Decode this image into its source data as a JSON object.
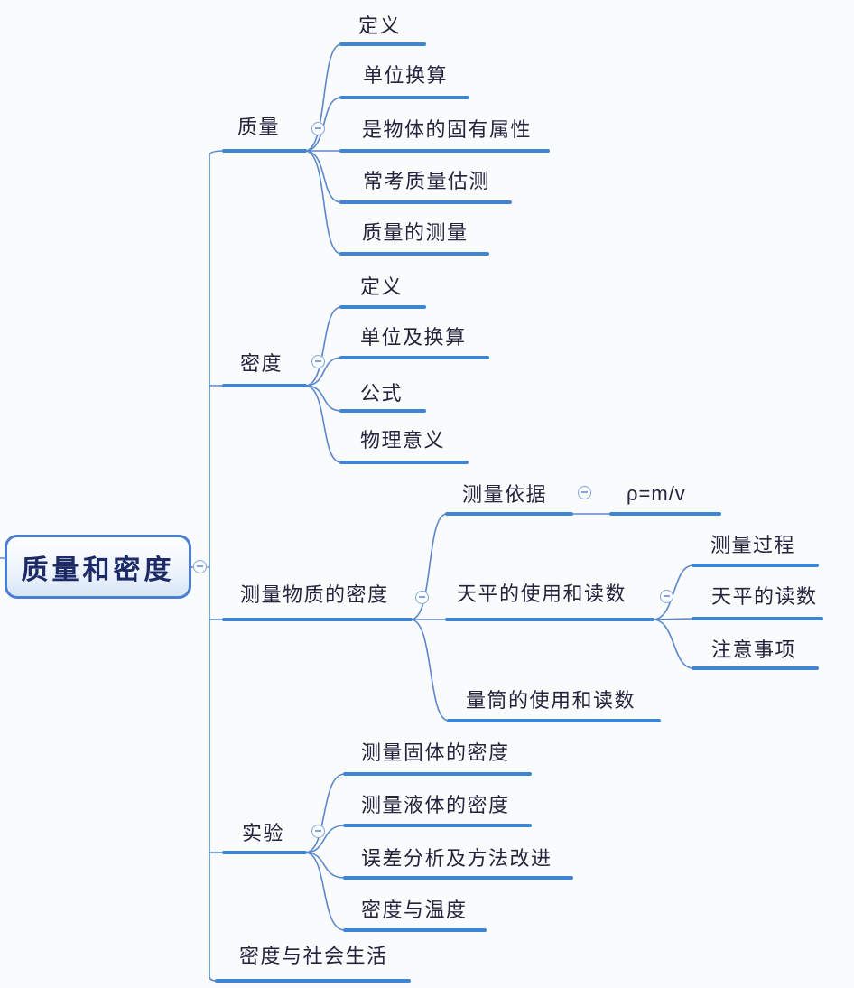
{
  "colors": {
    "background": "#fafbfd",
    "branch_line": "#3e86d3",
    "connector_line": "#5b87cc",
    "icon_stroke": "#82a6da",
    "text": "#23243d",
    "root_border": "#4a7ed2",
    "root_text": "#1c2b66"
  },
  "icons": {
    "collapse_glyph": "−",
    "collapse_meaning": "collapse-branch"
  },
  "root": {
    "label": "质量和密度"
  },
  "branches": [
    {
      "label": "质量",
      "children": [
        {
          "label": "定义"
        },
        {
          "label": "单位换算"
        },
        {
          "label": "是物体的固有属性"
        },
        {
          "label": "常考质量估测"
        },
        {
          "label": "质量的测量"
        }
      ]
    },
    {
      "label": "密度",
      "children": [
        {
          "label": "定义"
        },
        {
          "label": "单位及换算"
        },
        {
          "label": "公式"
        },
        {
          "label": "物理意义"
        }
      ]
    },
    {
      "label": "测量物质的密度",
      "children": [
        {
          "label": "测量依据",
          "children": [
            {
              "label": "ρ=m/v"
            }
          ]
        },
        {
          "label": "天平的使用和读数",
          "children": [
            {
              "label": "测量过程"
            },
            {
              "label": "天平的读数"
            },
            {
              "label": "注意事项"
            }
          ]
        },
        {
          "label": "量筒的使用和读数"
        }
      ]
    },
    {
      "label": "实验",
      "children": [
        {
          "label": "测量固体的密度"
        },
        {
          "label": "测量液体的密度"
        },
        {
          "label": "误差分析及方法改进"
        },
        {
          "label": "密度与温度"
        }
      ]
    },
    {
      "label": "密度与社会生活"
    }
  ]
}
